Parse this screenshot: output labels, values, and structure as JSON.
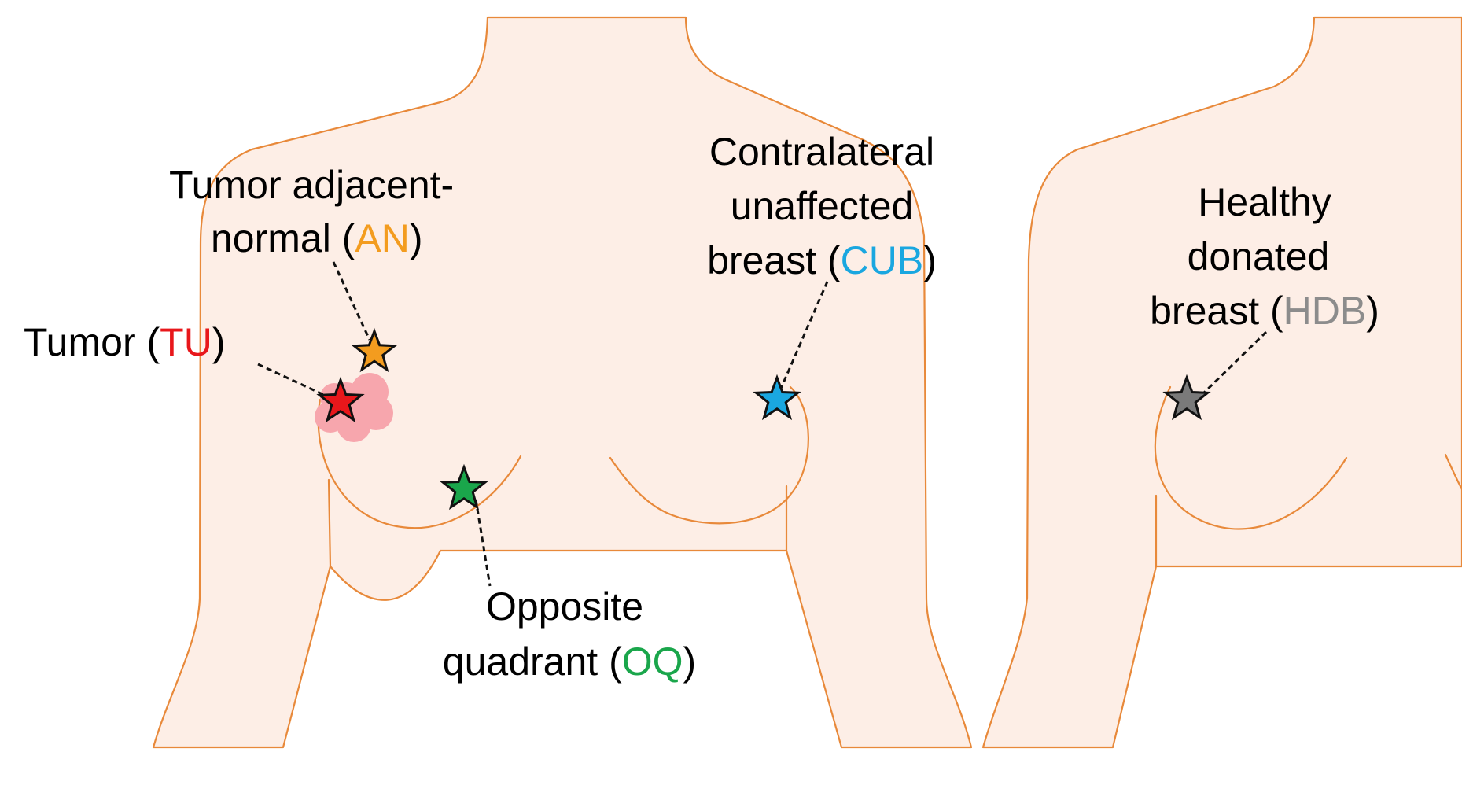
{
  "labels": {
    "an": {
      "line1": "Tumor adjacent-",
      "line2_prefix": "normal (",
      "abbr": "AN",
      "suffix": ")",
      "color": "#f39c1f"
    },
    "tu": {
      "prefix": "Tumor (",
      "abbr": "TU",
      "suffix": ")",
      "color": "#e8171b"
    },
    "cub": {
      "line1": "Contralateral",
      "line2": "unaffected",
      "line3_prefix": "breast (",
      "abbr": "CUB",
      "suffix": ")",
      "color": "#1aa7e0"
    },
    "oq": {
      "line1": "Opposite",
      "line2_prefix": "quadrant (",
      "abbr": "OQ",
      "suffix": ")",
      "color": "#1aa64b"
    },
    "hdb": {
      "line1": "Healthy",
      "line2": "donated",
      "line3_prefix": "breast (",
      "abbr": "HDB",
      "suffix": ")",
      "color": "#8c8c8c"
    }
  },
  "colors": {
    "skin_fill": "#fdeee6",
    "outline": "#e8893a",
    "tumor_blob": "#f7a6ad"
  },
  "markers": [
    {
      "name": "tumor-adjacent-normal-star",
      "color": "#f39c1f"
    },
    {
      "name": "tumor-star",
      "color": "#e8171b"
    },
    {
      "name": "opposite-quadrant-star",
      "color": "#1aa64b"
    },
    {
      "name": "contralateral-unaffected-star",
      "color": "#1aa7e0"
    },
    {
      "name": "healthy-donated-star",
      "color": "#7a7a7a"
    }
  ]
}
